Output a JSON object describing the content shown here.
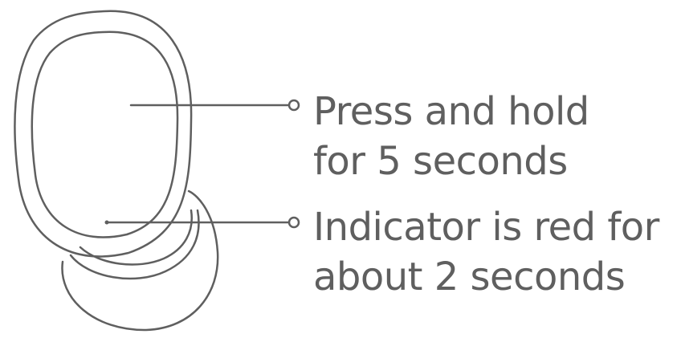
{
  "callouts": {
    "press": {
      "line1": "Press and hold",
      "line2": "for 5 seconds"
    },
    "indicator": {
      "line1": "Indicator is red for",
      "line2": "about 2 seconds"
    }
  },
  "colors": {
    "stroke": "#5f5f5f",
    "text": "#5f5f5f",
    "background": "#ffffff"
  },
  "icons": {
    "earbud": "earbud-icon",
    "leader_end": "circle-marker-icon"
  }
}
